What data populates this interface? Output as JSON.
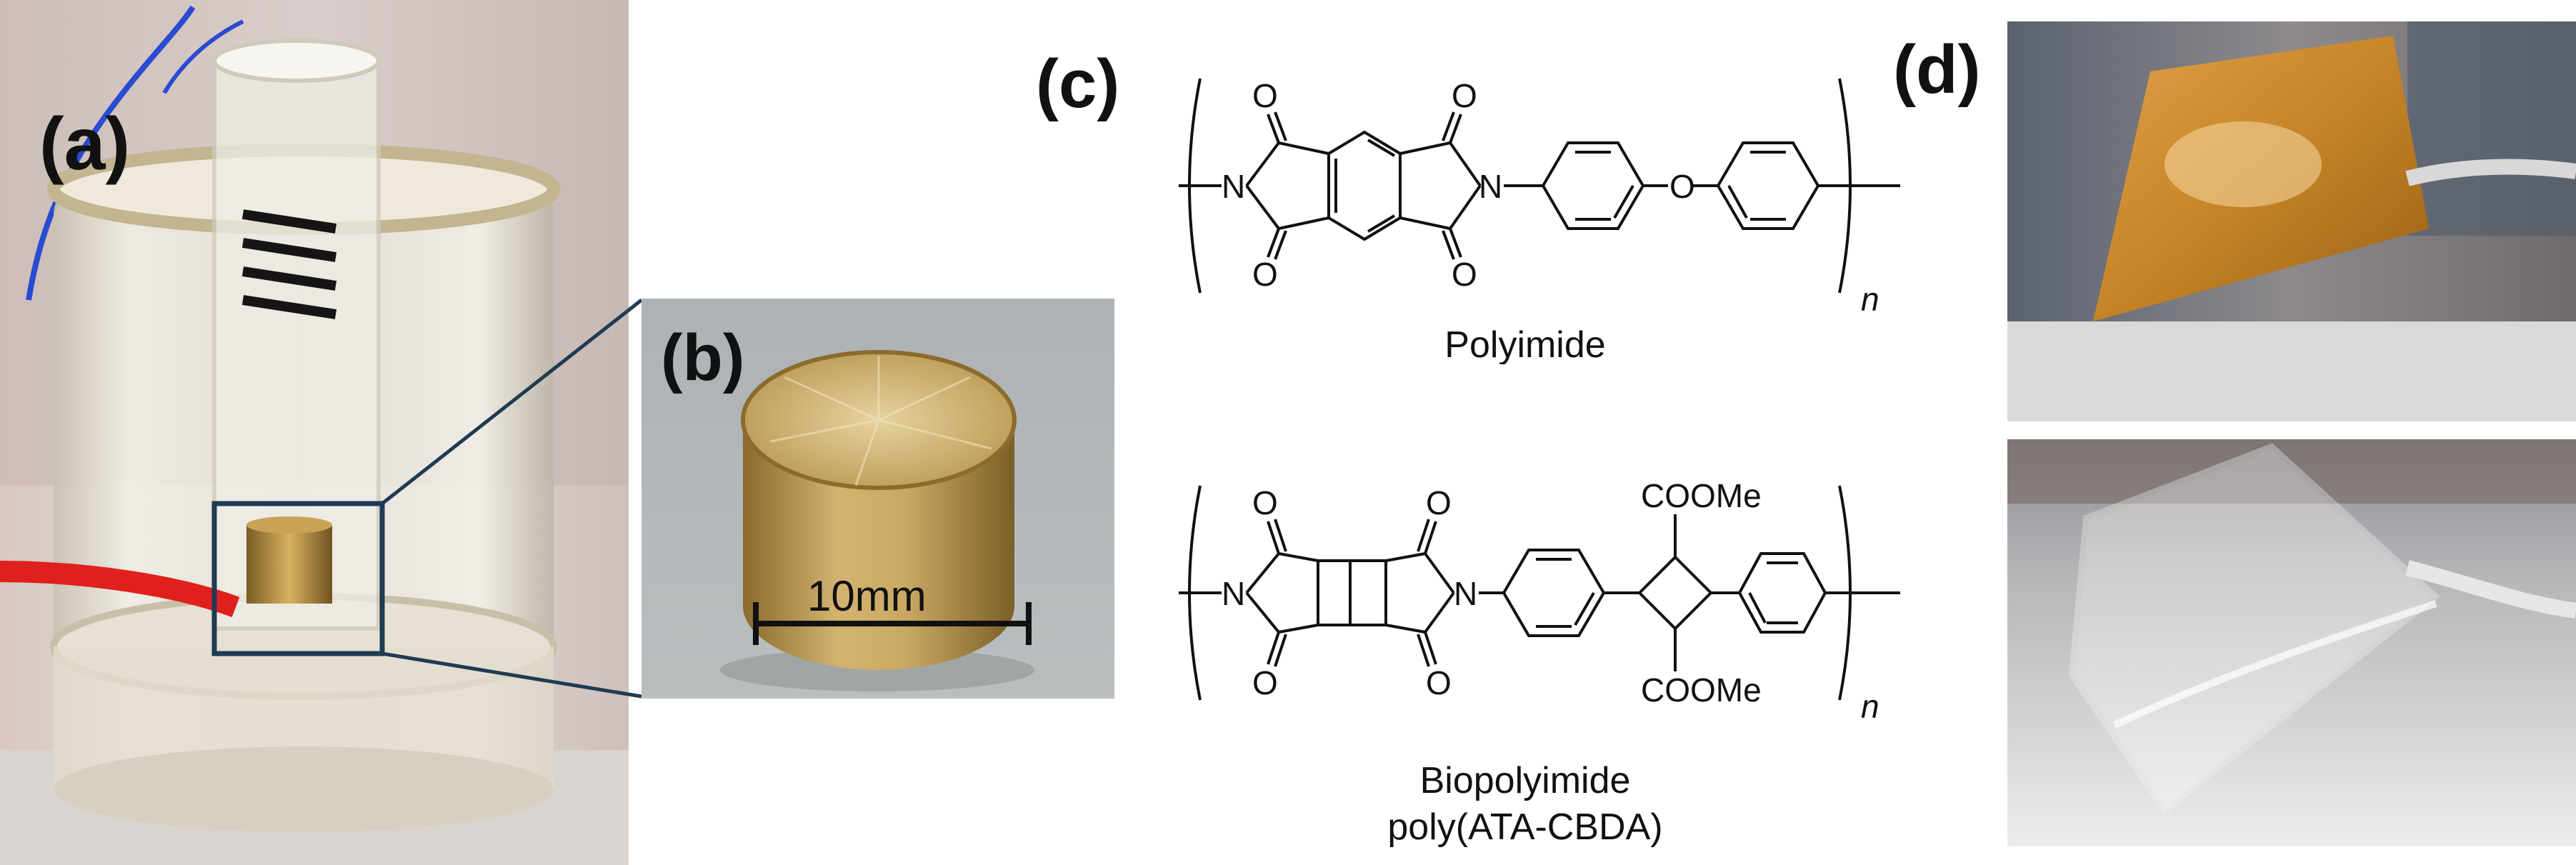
{
  "panels": {
    "a": {
      "label": "(a)"
    },
    "b": {
      "label": "(b)",
      "scale_bar": "10mm"
    },
    "c": {
      "label": "(c)",
      "structure_1": {
        "caption": "Polyimide",
        "atoms": [
          "O",
          "O",
          "O",
          "O",
          "N",
          "N",
          "O"
        ],
        "subscript": "n"
      },
      "structure_2": {
        "caption_line1": "Biopolyimide",
        "caption_line2": "poly(ATA-CBDA)",
        "atoms": [
          "O",
          "O",
          "O",
          "O",
          "N",
          "N"
        ],
        "ester": "COOMe",
        "subscript": "n"
      }
    },
    "d": {
      "label": "(d)"
    }
  },
  "colors": {
    "brass": "#b8945a",
    "kapton": "#c98a2a",
    "red_wire": "#e0201c",
    "frame": "#1f3b53"
  }
}
